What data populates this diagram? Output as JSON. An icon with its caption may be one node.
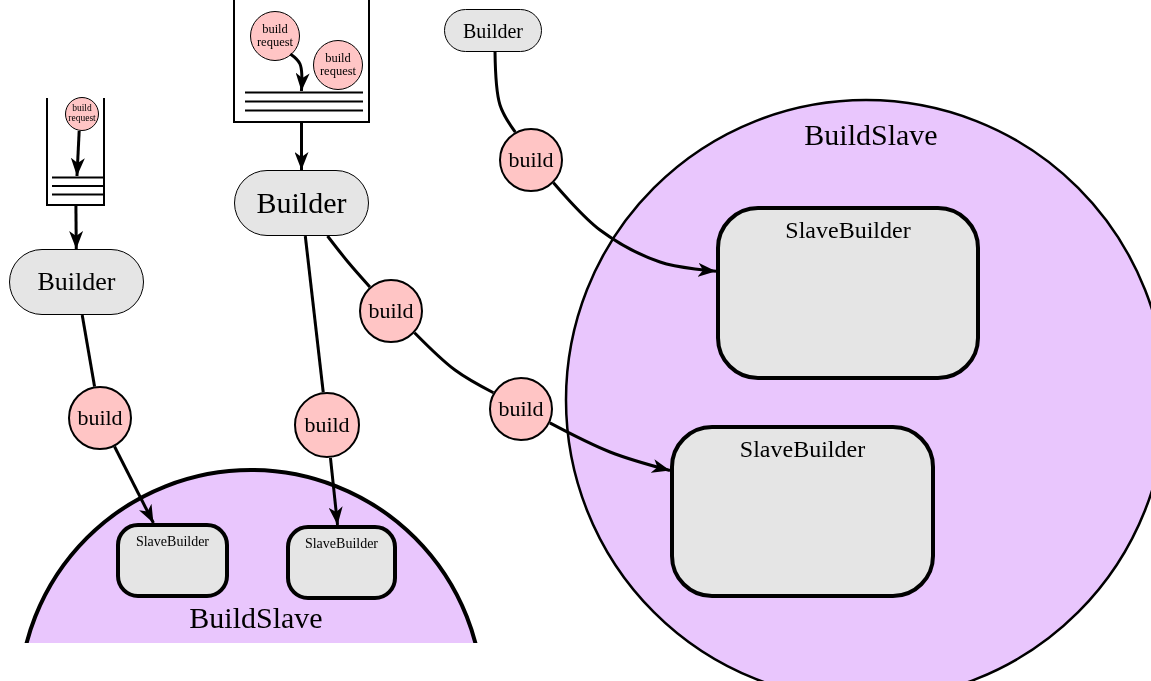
{
  "diagram": {
    "nodes": [
      {
        "text": [],
        "shape": "box"
      },
      {
        "text": [
          "build request"
        ],
        "in": 0
      },
      {
        "text": [],
        "shape": "bar",
        "in": 0
      },
      {
        "text": [
          "Builder"
        ]
      },
      {
        "text": [
          "build"
        ]
      },
      {
        "text": [],
        "shape": "box"
      },
      {
        "text": [
          "build request"
        ],
        "in": 5
      },
      {
        "text": [
          "build request"
        ],
        "in": 5
      },
      {
        "text": [],
        "shape": "bar",
        "in": 5
      },
      {
        "text": [
          "Builder"
        ]
      },
      {
        "text": [
          "build"
        ]
      },
      {
        "text": [
          "build"
        ]
      },
      {
        "text": [
          "build"
        ]
      },
      {
        "text": [
          "Builder"
        ]
      },
      {
        "text": [
          "build"
        ]
      },
      {
        "text": [
          "BuildSlave"
        ]
      },
      {
        "text": [
          "SlaveBuilder"
        ],
        "in": 15
      },
      {
        "text": [
          "SlaveBuilder"
        ],
        "in": 15
      },
      {
        "text": [
          "BuildSlave"
        ]
      },
      {
        "text": [
          "SlaveBuilder"
        ],
        "in": 18
      },
      {
        "text": [
          "SlaveBuilder"
        ],
        "in": 18
      }
    ],
    "edges": [
      {
        "from": 1,
        "to": 2,
        "arrow": "to"
      },
      {
        "from": 0,
        "to": 3,
        "arrow": "to"
      },
      {
        "from": 3,
        "to": 4,
        "arrow": "none"
      },
      {
        "from": 4,
        "to": 16,
        "arrow": "to"
      },
      {
        "from": 6,
        "to": 8,
        "arrow": "to"
      },
      {
        "from": 5,
        "to": 9,
        "arrow": "to"
      },
      {
        "from": 9,
        "to": 10,
        "arrow": "none"
      },
      {
        "from": 10,
        "to": 17,
        "arrow": "to"
      },
      {
        "from": 9,
        "to": 11,
        "arrow": "none"
      },
      {
        "from": 11,
        "to": 12,
        "arrow": "none"
      },
      {
        "from": 12,
        "to": 20,
        "arrow": "to"
      },
      {
        "from": 13,
        "to": 14,
        "arrow": "none"
      },
      {
        "from": 14,
        "to": 19,
        "arrow": "to"
      }
    ]
  }
}
